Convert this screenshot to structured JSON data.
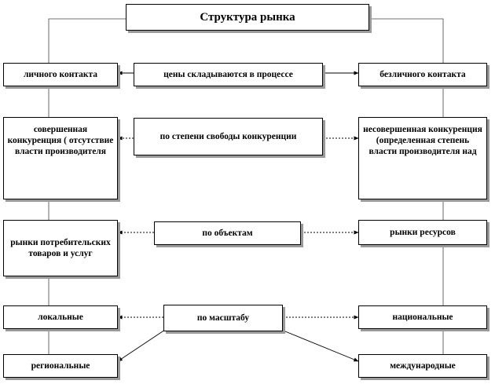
{
  "title": "Структура рынка",
  "rows": {
    "contact": {
      "left": "личного контакта",
      "criterion": "цены складываются в процессе",
      "right": "безличного контакта"
    },
    "competition": {
      "left": "совершенная конкуренция ( отсутствие власти производителя",
      "criterion": "по степени свободы конкуренции",
      "right": "несовершенная конкуренция (определенная степень власти производителя над"
    },
    "objects": {
      "left": "рынки потребительских товаров и услуг",
      "criterion": "по объектам",
      "right": "рынки ресурсов"
    },
    "scale": {
      "criterion": "по масштабу",
      "left_top": "локальные",
      "right_top": "национальные",
      "left_bottom": "региональные",
      "right_bottom": "международные"
    }
  }
}
